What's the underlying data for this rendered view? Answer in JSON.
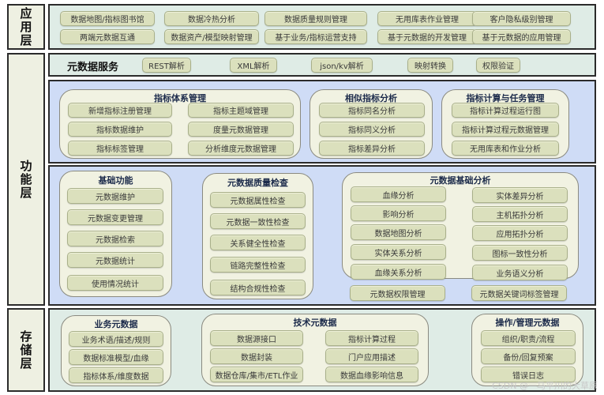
{
  "layers": {
    "application": "应用层",
    "function": "功能层",
    "storage": "存储层"
  },
  "application_layer": {
    "row1": [
      "数据地图/指标图书馆",
      "数据冷热分析",
      "数据质量规则管理",
      "无用库表作业管理",
      "客户隐私级别管理"
    ],
    "row2": [
      "两端元数据互通",
      "数据资产/模型映射管理",
      "基于业务/指标运营支持",
      "基于元数据的开发管理",
      "基于元数据的应用管理"
    ]
  },
  "metadata_service": {
    "title": "元数据服务",
    "items": [
      "REST解析",
      "XML解析",
      "json/kv解析",
      "映射转换",
      "权限验证"
    ]
  },
  "function_layer": {
    "indicator_system": {
      "title": "指标体系管理",
      "items": [
        "新增指标注册管理",
        "指标主题域管理",
        "指标数据维护",
        "度量元数据管理",
        "指标标签管理",
        "分析维度元数据管理"
      ]
    },
    "similar_indicator": {
      "title": "相似指标分析",
      "items": [
        "指标同名分析",
        "指标同义分析",
        "指标差异分析"
      ]
    },
    "indicator_compute": {
      "title": "指标计算与任务管理",
      "items": [
        "指标计算过程运行图",
        "指标计算过程元数据管理",
        "无用库表和作业分析"
      ]
    },
    "basic_functions": {
      "title": "基础功能",
      "items": [
        "元数据维护",
        "元数据变更管理",
        "元数据检索",
        "元数据统计",
        "使用情况统计"
      ]
    },
    "quality_check": {
      "title": "元数据质量检查",
      "items": [
        "元数据属性检查",
        "元数据一致性检查",
        "关系健全性检查",
        "链路完整性检查",
        "结构合规性检查"
      ]
    },
    "basic_analysis": {
      "title": "元数据基础分析",
      "left": [
        "血缘分析",
        "影响分析",
        "数据地图分析",
        "实体关系分析",
        "血缘关系分析"
      ],
      "right": [
        "实体差异分析",
        "主机拓扑分析",
        "应用拓扑分析",
        "图标一致性分析",
        "业务语义分析"
      ]
    },
    "extra": [
      "元数据权限管理",
      "元数据关键词标签管理"
    ]
  },
  "storage_layer": {
    "business": {
      "title": "业务元数据",
      "items": [
        "业务术语/描述/规则",
        "数据标准模型/血缘",
        "指标体系/维度数据"
      ]
    },
    "technical": {
      "title": "技术元数据",
      "left": [
        "数据源接口",
        "数据封装",
        "数据仓库/集市/ETL作业"
      ],
      "right": [
        "指标计算过程",
        "门户应用描述",
        "数据血缘影响信息"
      ]
    },
    "operation": {
      "title": "操作/管理元数据",
      "items": [
        "组织/职责/流程",
        "备份/回复预案",
        "错误日志"
      ]
    }
  },
  "watermark": "CSDN @一马平川的大草原",
  "colors": {
    "label_bg": "#eef0e2",
    "panel_green": "#dfece6",
    "panel_blue": "#cfdcf6",
    "group_bg": "#f1f2e2",
    "button_bg": "#dbe0bd",
    "border": "#2b2b2b"
  }
}
